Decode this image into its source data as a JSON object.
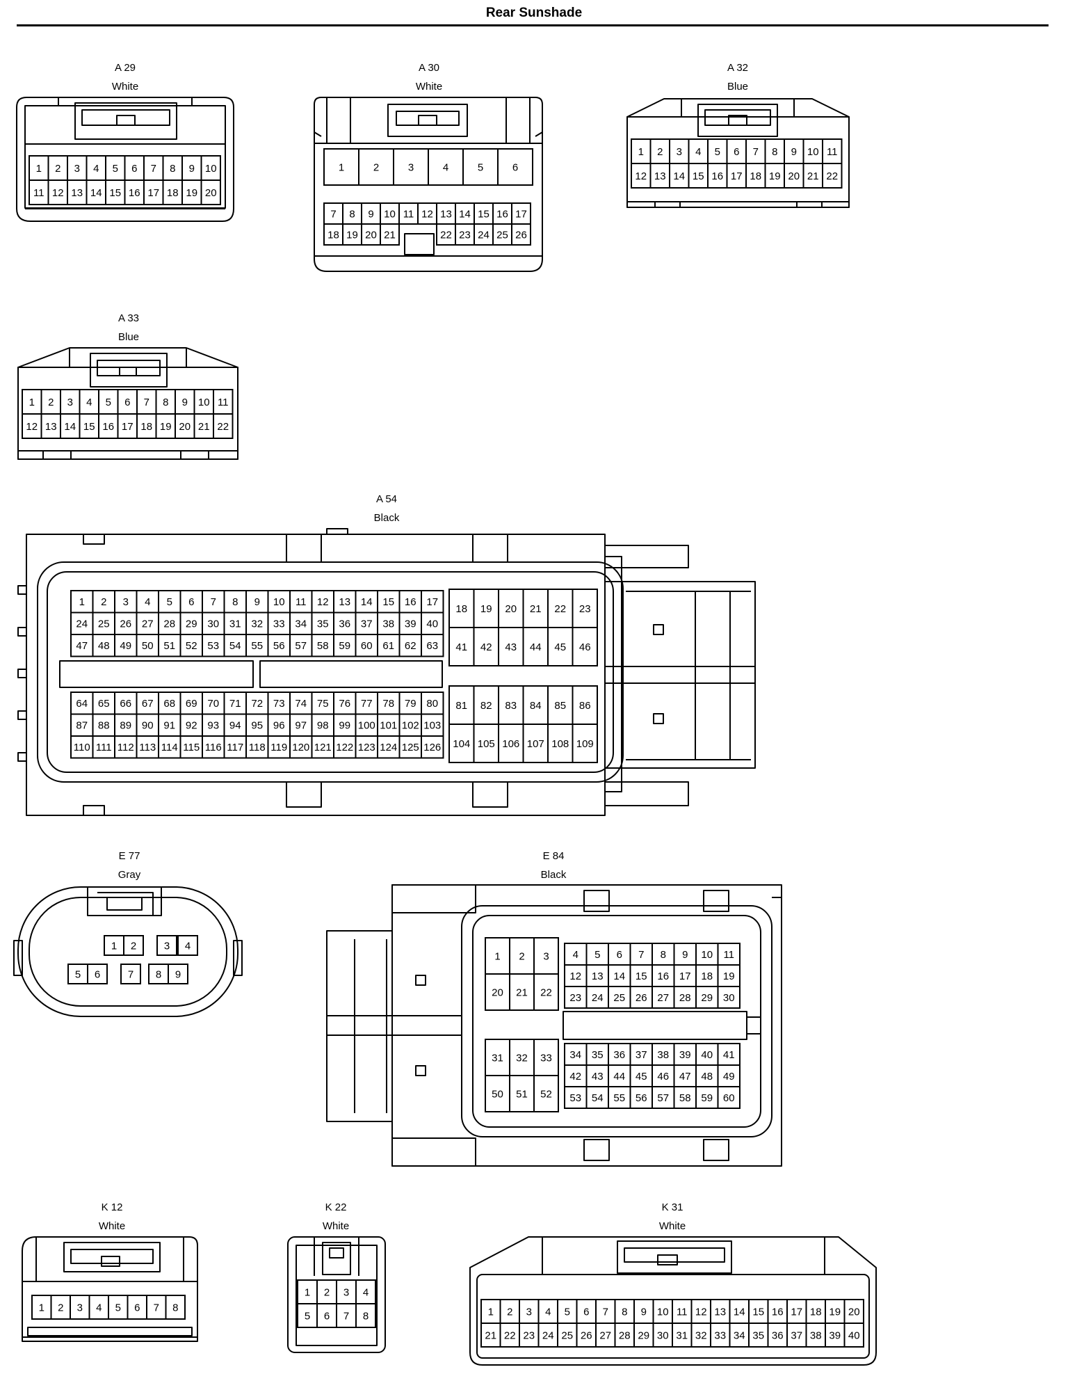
{
  "title": "Rear Sunshade",
  "connectors": {
    "A29": {
      "id": "A 29",
      "color": "White"
    },
    "A30": {
      "id": "A 30",
      "color": "White"
    },
    "A32": {
      "id": "A 32",
      "color": "Blue"
    },
    "A33": {
      "id": "A 33",
      "color": "Blue"
    },
    "A54": {
      "id": "A 54",
      "color": "Black"
    },
    "E77": {
      "id": "E 77",
      "color": "Gray"
    },
    "E84": {
      "id": "E 84",
      "color": "Black"
    },
    "K12": {
      "id": "K 12",
      "color": "White"
    },
    "K22": {
      "id": "K 22",
      "color": "White"
    },
    "K31": {
      "id": "K 31",
      "color": "White"
    }
  },
  "pins": {
    "A29": [
      [
        1,
        2,
        3,
        4,
        5,
        6,
        7,
        8,
        9,
        10
      ],
      [
        11,
        12,
        13,
        14,
        15,
        16,
        17,
        18,
        19,
        20
      ]
    ],
    "A30": {
      "top": [
        1,
        2,
        3,
        4,
        5,
        6
      ],
      "row2": [
        7,
        8,
        9,
        10,
        11,
        12,
        13,
        14,
        15,
        16,
        17
      ],
      "row3": [
        18,
        19,
        20,
        21,
        22,
        23,
        24,
        25,
        26
      ]
    },
    "A32": [
      [
        1,
        2,
        3,
        4,
        5,
        6,
        7,
        8,
        9,
        10,
        11
      ],
      [
        12,
        13,
        14,
        15,
        16,
        17,
        18,
        19,
        20,
        21,
        22
      ]
    ],
    "A33": [
      [
        1,
        2,
        3,
        4,
        5,
        6,
        7,
        8,
        9,
        10,
        11
      ],
      [
        12,
        13,
        14,
        15,
        16,
        17,
        18,
        19,
        20,
        21,
        22
      ]
    ],
    "A54": {
      "small_top": [
        [
          1,
          2,
          3,
          4,
          5,
          6,
          7,
          8,
          9,
          10,
          11,
          12,
          13,
          14,
          15,
          16,
          17
        ],
        [
          24,
          25,
          26,
          27,
          28,
          29,
          30,
          31,
          32,
          33,
          34,
          35,
          36,
          37,
          38,
          39,
          40
        ],
        [
          47,
          48,
          49,
          50,
          51,
          52,
          53,
          54,
          55,
          56,
          57,
          58,
          59,
          60,
          61,
          62,
          63
        ]
      ],
      "big_top": [
        [
          18,
          19,
          20,
          21,
          22,
          23
        ],
        [
          41,
          42,
          43,
          44,
          45,
          46
        ]
      ],
      "small_bottom": [
        [
          64,
          65,
          66,
          67,
          68,
          69,
          70,
          71,
          72,
          73,
          74,
          75,
          76,
          77,
          78,
          79,
          80
        ],
        [
          87,
          88,
          89,
          90,
          91,
          92,
          93,
          94,
          95,
          96,
          97,
          98,
          99,
          100,
          101,
          102,
          103
        ],
        [
          110,
          111,
          112,
          113,
          114,
          115,
          116,
          117,
          118,
          119,
          120,
          121,
          122,
          123,
          124,
          125,
          126
        ]
      ],
      "big_bottom": [
        [
          81,
          82,
          83,
          84,
          85,
          86
        ],
        [
          104,
          105,
          106,
          107,
          108,
          109
        ]
      ]
    },
    "E77": {
      "upper": [
        1,
        2,
        3,
        4
      ],
      "lower": [
        5,
        6,
        7,
        8,
        9
      ]
    },
    "E84": {
      "big_top": [
        [
          1,
          2,
          3
        ],
        [
          20,
          21,
          22
        ]
      ],
      "small_top": [
        [
          4,
          5,
          6,
          7,
          8,
          9,
          10,
          11
        ],
        [
          12,
          13,
          14,
          15,
          16,
          17,
          18,
          19
        ],
        [
          23,
          24,
          25,
          26,
          27,
          28,
          29,
          30
        ]
      ],
      "big_bottom": [
        [
          31,
          32,
          33
        ],
        [
          50,
          51,
          52
        ]
      ],
      "small_bottom": [
        [
          34,
          35,
          36,
          37,
          38,
          39,
          40,
          41
        ],
        [
          42,
          43,
          44,
          45,
          46,
          47,
          48,
          49
        ],
        [
          53,
          54,
          55,
          56,
          57,
          58,
          59,
          60
        ]
      ]
    },
    "K12": [
      [
        1,
        2,
        3,
        4,
        5,
        6,
        7,
        8
      ]
    ],
    "K22": [
      [
        1,
        2,
        3,
        4
      ],
      [
        5,
        6,
        7,
        8
      ]
    ],
    "K31": [
      [
        1,
        2,
        3,
        4,
        5,
        6,
        7,
        8,
        9,
        10,
        11,
        12,
        13,
        14,
        15,
        16,
        17,
        18,
        19,
        20
      ],
      [
        21,
        22,
        23,
        24,
        25,
        26,
        27,
        28,
        29,
        30,
        31,
        32,
        33,
        34,
        35,
        36,
        37,
        38,
        39,
        40
      ]
    ]
  }
}
